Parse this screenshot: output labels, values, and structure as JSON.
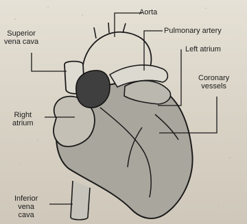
{
  "labels": {
    "aorta": "Aorta",
    "superior_vena_cava_1": "Superior",
    "superior_vena_cava_2": "vena cava",
    "pulmonary_artery": "Pulmonary artery",
    "left_atrium": "Left atrium",
    "coronary_vessels_1": "Coronary",
    "coronary_vessels_2": "vessels",
    "right_atrium_1": "Right",
    "right_atrium_2": "atrium",
    "inferior_vena_cava_1": "Inferior",
    "inferior_vena_cava_2": "vena",
    "inferior_vena_cava_3": "cava"
  },
  "colors": {
    "paper": "#d9d4c8",
    "outline": "#1a1a1a",
    "heart_fill": "#a9a69d",
    "shadow_fill": "#3f3f3f",
    "vessel_fill": "#c7c4bb"
  }
}
